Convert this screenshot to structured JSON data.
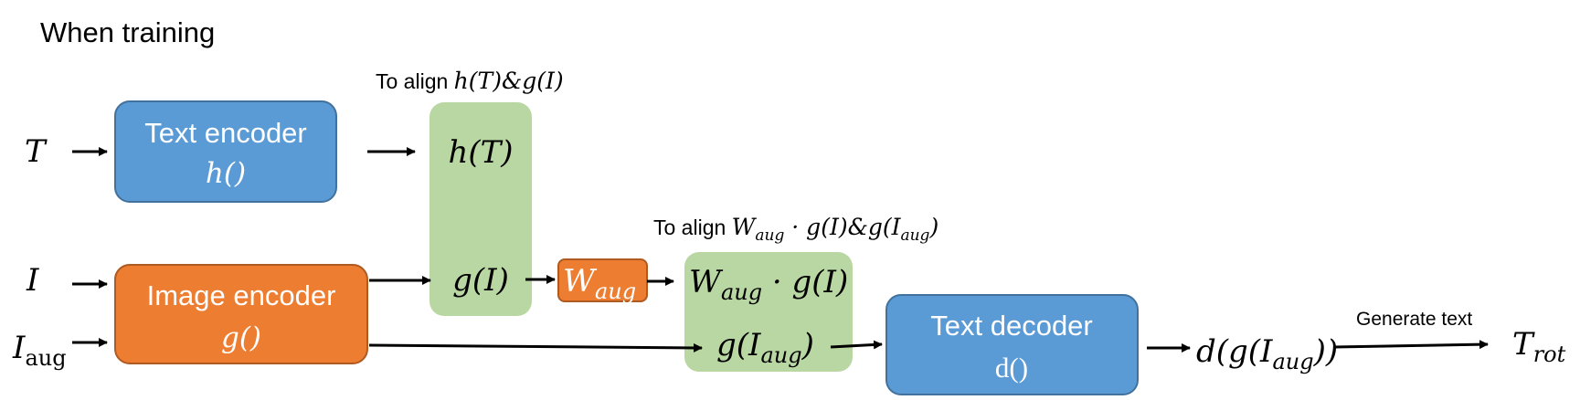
{
  "heading": "When training",
  "inputs": {
    "text_var": "T",
    "image_var": "I",
    "aug_base": "I",
    "aug_sub": "aug"
  },
  "text_encoder": {
    "title": "Text encoder",
    "func": "h()"
  },
  "image_encoder": {
    "title": "Image encoder",
    "func": "g()"
  },
  "align_note_1": {
    "prefix": "To align ",
    "expr": "h(T)&g(I)"
  },
  "align_note_2": {
    "prefix": "To align ",
    "w_base": "W",
    "w_sub": "aug",
    "expr_mid": " · g(I)&g(I",
    "expr_sub": "aug",
    "expr_end": ")"
  },
  "embed_block_1": {
    "top": "h(T)",
    "bottom": "g(I)"
  },
  "w_aug_box": {
    "base": "W",
    "sub": "aug"
  },
  "embed_block_2": {
    "top_base": "W",
    "top_sub": "aug",
    "top_rest": " · g(I)",
    "bottom_pre": "g(I",
    "bottom_sub": "aug",
    "bottom_post": ")"
  },
  "text_decoder": {
    "title": "Text decoder",
    "func": "d()"
  },
  "decoder_output": {
    "pre": "d(g(I",
    "sub": "aug",
    "post": "))"
  },
  "generate_label": "Generate text",
  "final_output": {
    "base": "T",
    "sub": "rot"
  },
  "colors": {
    "text_encoder_fill": "#5b9bd5",
    "text_encoder_stroke": "#41719c",
    "image_encoder_fill": "#ed7d31",
    "image_encoder_stroke": "#ae5a21",
    "embed_fill": "#b9d7a2",
    "arrow": "#000000"
  }
}
